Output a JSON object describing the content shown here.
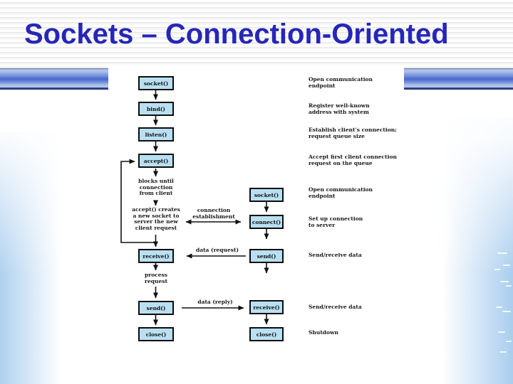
{
  "slide": {
    "title": "Sockets – Connection-Oriented"
  },
  "colors": {
    "title_blue": "#2626b8",
    "box_fill": "#b9e0f2",
    "box_border": "#0d0d0d",
    "bar_blue": "#4968cb",
    "edge_tint": "#94c1ea"
  },
  "diagram": {
    "type": "flowchart",
    "server_boxes": [
      "socket()",
      "bind()",
      "listen()",
      "accept()",
      "receive()",
      "send()",
      "close()"
    ],
    "client_boxes": [
      "socket()",
      "connect()",
      "send()",
      "receive()",
      "close()"
    ],
    "server_notes": {
      "blocks": [
        "blocks until",
        "connection",
        "from client"
      ],
      "accept_creates": [
        "accept() creates",
        "a new socket to",
        "server the new",
        "client request"
      ],
      "process": [
        "process",
        "request"
      ]
    },
    "flow_labels": {
      "connection": [
        "connection",
        "establishment"
      ],
      "data_request": "data (request)",
      "data_reply": "data (reply)"
    },
    "annotations": [
      [
        "Open communication",
        "endpoint"
      ],
      [
        "Register well-known",
        "address with system"
      ],
      [
        "Establish client's connection;",
        "request queue size"
      ],
      [
        "Accept first client connection",
        "request on the queue"
      ],
      [
        "Open communication",
        "endpoint"
      ],
      [
        "Set up connection",
        "to server"
      ],
      [
        "Send/receive data"
      ],
      [
        "Send/receive data"
      ],
      [
        "Shutdown"
      ]
    ]
  }
}
